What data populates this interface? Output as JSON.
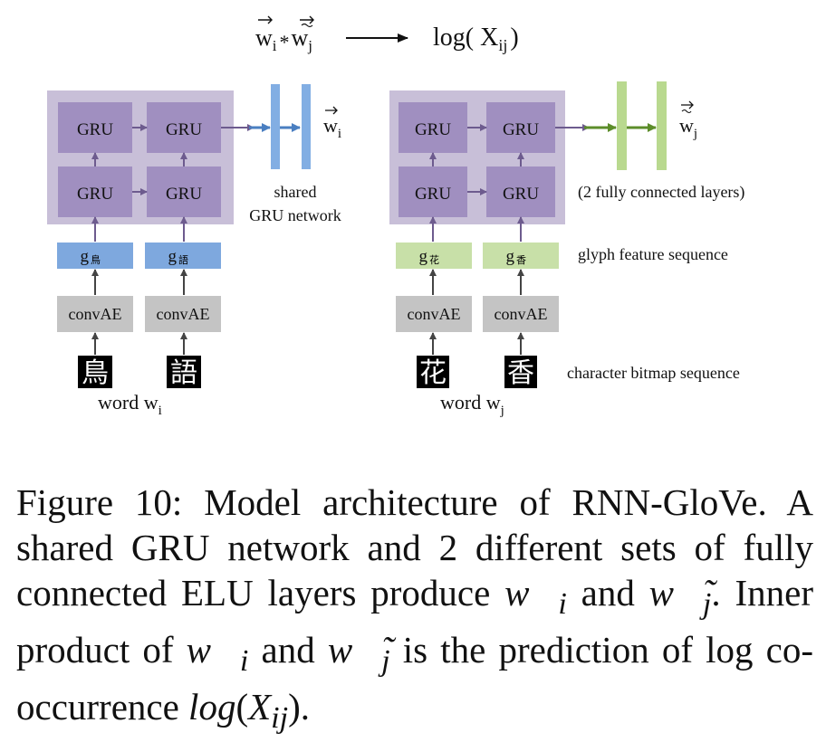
{
  "top_formula": {
    "lhs": "w",
    "sub_i": "i",
    "star": "*",
    "sub_j": "j",
    "rhs_prefix": "log( X",
    "rhs_sub": "ij",
    "rhs_suffix": ")"
  },
  "left": {
    "gru_label": "GRU",
    "glyph_prefix": "g",
    "chars": [
      "鳥",
      "語"
    ],
    "convae_label": "convAE",
    "output_sub": "i",
    "note_line1": "shared",
    "note_line2": "GRU network",
    "word_prefix": "word w",
    "word_sub": "i",
    "box_color": "#7ea8de",
    "bar_color": "#82aee3"
  },
  "right": {
    "gru_label": "GRU",
    "glyph_prefix": "g",
    "chars": [
      "花",
      "香"
    ],
    "convae_label": "convAE",
    "output_sub": "j",
    "note_fc": "(2 fully connected layers)",
    "note_glyph": "glyph feature sequence",
    "note_bitmap": "character bitmap sequence",
    "word_prefix": "word w",
    "word_sub": "j",
    "box_color": "#c8e0a8",
    "bar_color": "#b9d98f"
  },
  "colors": {
    "gru_panel": "#c8bfd8",
    "gru_cell": "#a08fc0",
    "arrow_purple": "#6d5b8e",
    "arrow_blue": "#4a7fc1",
    "arrow_green": "#5c8d2a",
    "convae": "#c4c4c4"
  },
  "caption": {
    "p1": "Figure 10: Model architecture of RNN-GloVe. A shared GRU network and 2 different sets of fully connected ELU layers produce ",
    "v1": "w⃗",
    "v1sub": "i",
    "p2": " and ",
    "v2": "w⃗̃",
    "v2sub": "j",
    "p3": ". Inner product of ",
    "p4": " and ",
    "p5": " is the prediction of log co-occurrence ",
    "p6": "log",
    "p7": "(",
    "p8": "X",
    "p9": "ij",
    "p10": ")."
  }
}
